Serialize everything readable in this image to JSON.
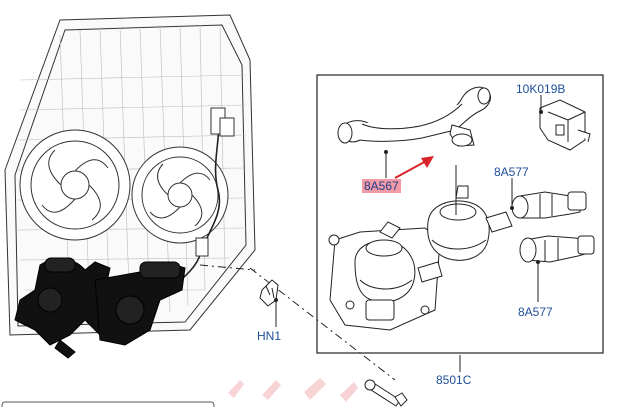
{
  "callouts": {
    "hose": "8A567",
    "bracket": "10K019B",
    "sensor_top": "8A577",
    "sensor_bottom": "8A577",
    "clip": "HN1",
    "pump": "8501C"
  },
  "colors": {
    "callout_text": "#1f4e99",
    "highlight_bg": "#f29aa6",
    "arrow": "#d8232a",
    "line": "#222222"
  }
}
